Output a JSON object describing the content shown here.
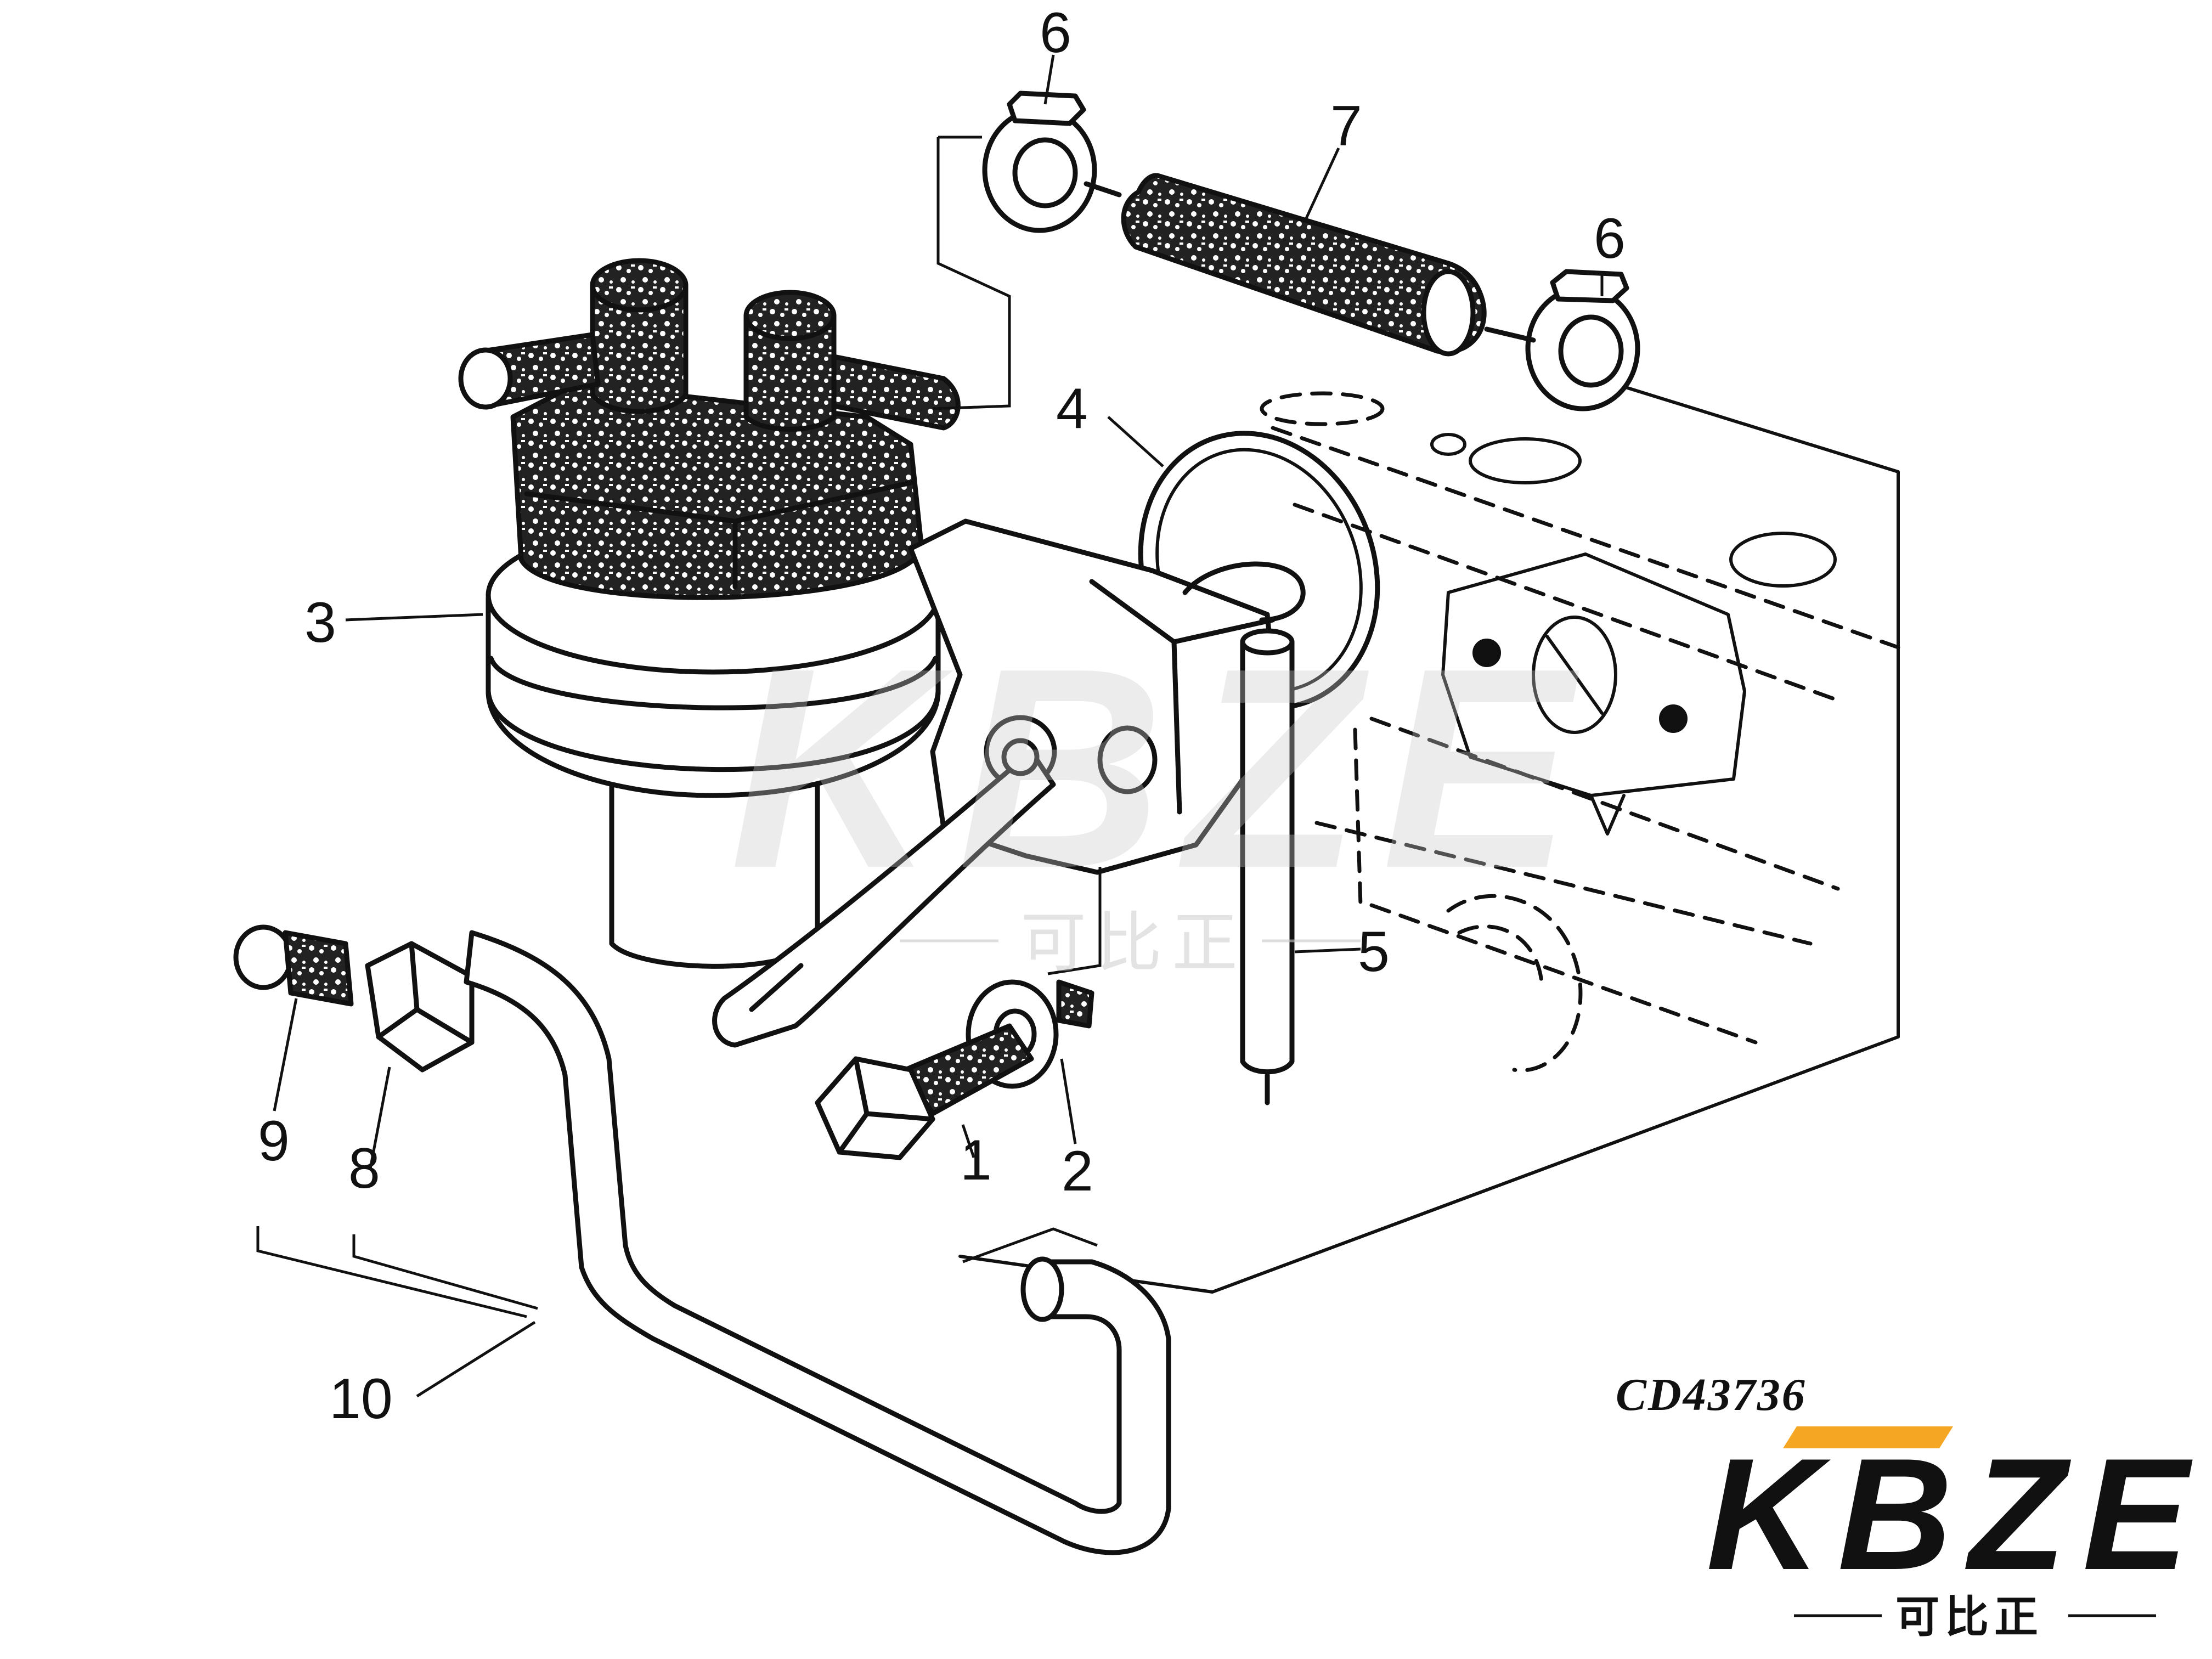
{
  "callouts": {
    "c1": "1",
    "c2": "2",
    "c3": "3",
    "c4": "4",
    "c5": "5",
    "c6a": "6",
    "c6b": "6",
    "c7": "7",
    "c8": "8",
    "c9": "9",
    "c10": "10"
  },
  "figure_id": "CD43736",
  "watermark": {
    "brand": "KBZE",
    "subtitle": "可比正"
  },
  "logo": {
    "brand": "KBZE",
    "subtitle": "可比正",
    "accent_color": "#f5a623"
  }
}
